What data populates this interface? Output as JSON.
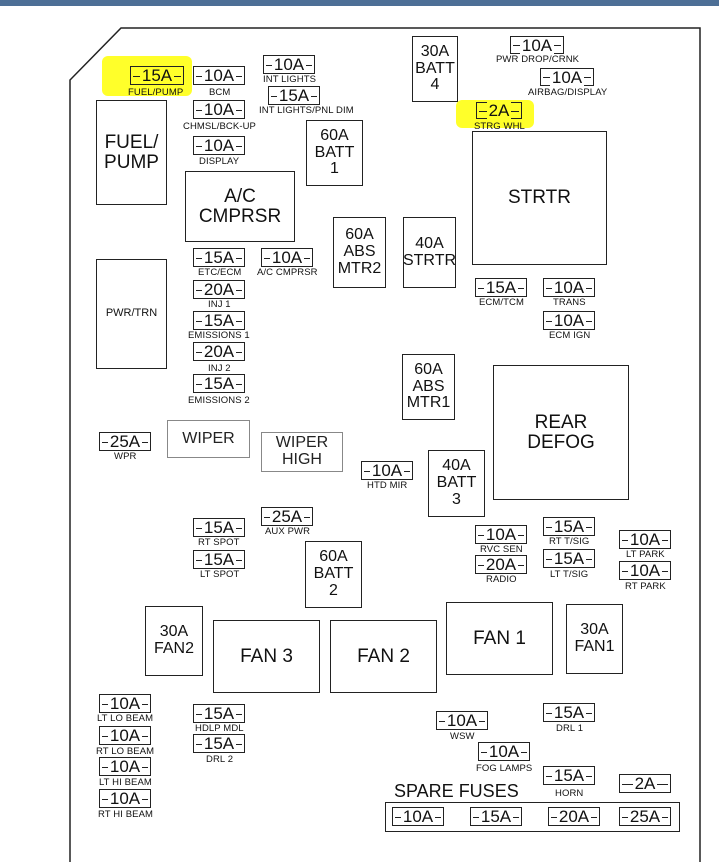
{
  "fuses": [
    {
      "id": "fuel-pump",
      "amp": "15A",
      "label": "FUEL/PUMP",
      "highlight": true
    },
    {
      "id": "bcm",
      "amp": "10A",
      "label": "BCM"
    },
    {
      "id": "int-lights",
      "amp": "10A",
      "label": "INT LIGHTS"
    },
    {
      "id": "int-lights-pnl-dim",
      "amp": "15A",
      "label": "INT LIGHTS/PNL DIM"
    },
    {
      "id": "chmsl-bck-up",
      "amp": "10A",
      "label": "CHMSL/BCK-UP"
    },
    {
      "id": "display",
      "amp": "10A",
      "label": "DISPLAY"
    },
    {
      "id": "pwr-drop-crnk",
      "amp": "10A",
      "label": "PWR DROP/CRNK"
    },
    {
      "id": "airbag-display",
      "amp": "10A",
      "label": "AIRBAG/DISPLAY"
    },
    {
      "id": "strg-whl",
      "amp": "2A",
      "label": "STRG WHL",
      "highlight": true
    },
    {
      "id": "etc-ecm",
      "amp": "15A",
      "label": "ETC/ECM"
    },
    {
      "id": "ac-cmprsr",
      "amp": "10A",
      "label": "A/C CMPRSR"
    },
    {
      "id": "inj-1",
      "amp": "20A",
      "label": "INJ 1"
    },
    {
      "id": "emissions-1",
      "amp": "15A",
      "label": "EMISSIONS 1"
    },
    {
      "id": "inj-2",
      "amp": "20A",
      "label": "INJ 2"
    },
    {
      "id": "emissions-2",
      "amp": "15A",
      "label": "EMISSIONS 2"
    },
    {
      "id": "ecm-tcm",
      "amp": "15A",
      "label": "ECM/TCM"
    },
    {
      "id": "trans",
      "amp": "10A",
      "label": "TRANS"
    },
    {
      "id": "ecm-ign",
      "amp": "10A",
      "label": "ECM IGN"
    },
    {
      "id": "wpr",
      "amp": "25A",
      "label": "WPR"
    },
    {
      "id": "htd-mir",
      "amp": "10A",
      "label": "HTD MIR"
    },
    {
      "id": "aux-pwr",
      "amp": "25A",
      "label": "AUX PWR"
    },
    {
      "id": "rt-spot",
      "amp": "15A",
      "label": "RT SPOT"
    },
    {
      "id": "lt-spot",
      "amp": "15A",
      "label": "LT SPOT"
    },
    {
      "id": "rvc-sen",
      "amp": "10A",
      "label": "RVC SEN"
    },
    {
      "id": "radio",
      "amp": "20A",
      "label": "RADIO"
    },
    {
      "id": "rt-tsig",
      "amp": "15A",
      "label": "RT T/SIG"
    },
    {
      "id": "lt-tsig",
      "amp": "15A",
      "label": "LT T/SIG"
    },
    {
      "id": "lt-park",
      "amp": "10A",
      "label": "LT PARK"
    },
    {
      "id": "rt-park",
      "amp": "10A",
      "label": "RT PARK"
    },
    {
      "id": "lt-lo-beam",
      "amp": "10A",
      "label": "LT LO BEAM"
    },
    {
      "id": "rt-lo-beam",
      "amp": "10A",
      "label": "RT LO BEAM"
    },
    {
      "id": "lt-hi-beam",
      "amp": "10A",
      "label": "LT HI BEAM"
    },
    {
      "id": "rt-hi-beam",
      "amp": "10A",
      "label": "RT HI BEAM"
    },
    {
      "id": "hdlp-mdl",
      "amp": "15A",
      "label": "HDLP MDL"
    },
    {
      "id": "drl-2",
      "amp": "15A",
      "label": "DRL 2"
    },
    {
      "id": "wsw",
      "amp": "10A",
      "label": "WSW"
    },
    {
      "id": "fog-lamps",
      "amp": "10A",
      "label": "FOG LAMPS"
    },
    {
      "id": "drl-1",
      "amp": "15A",
      "label": "DRL 1"
    },
    {
      "id": "horn",
      "amp": "15A",
      "label": "HORN"
    },
    {
      "id": "spare-2a",
      "amp": "2A",
      "label": ""
    },
    {
      "id": "spare-10a",
      "amp": "10A",
      "label": ""
    },
    {
      "id": "spare-15a",
      "amp": "15A",
      "label": ""
    },
    {
      "id": "spare-20a",
      "amp": "20A",
      "label": ""
    },
    {
      "id": "spare-25a",
      "amp": "25A",
      "label": ""
    }
  ],
  "boxes": [
    {
      "id": "batt-4",
      "text": "30A\nBATT\n4"
    },
    {
      "id": "fuel-pump-relay",
      "text": "FUEL/\nPUMP"
    },
    {
      "id": "batt-1",
      "text": "60A\nBATT\n1"
    },
    {
      "id": "strtr-relay",
      "text": "STRTR"
    },
    {
      "id": "ac-cmprsr-relay",
      "text": "A/C\nCMPRSR"
    },
    {
      "id": "abs-mtr2",
      "text": "60A\nABS\nMTR2"
    },
    {
      "id": "strtr-fuse",
      "text": "40A\nSTRTR"
    },
    {
      "id": "pwr-trn",
      "text": "PWR/TRN"
    },
    {
      "id": "abs-mtr1",
      "text": "60A\nABS\nMTR1"
    },
    {
      "id": "rear-defog",
      "text": "REAR\nDEFOG"
    },
    {
      "id": "wiper",
      "text": "WIPER"
    },
    {
      "id": "wiper-high",
      "text": "WIPER\nHIGH"
    },
    {
      "id": "batt-3",
      "text": "40A\nBATT\n3"
    },
    {
      "id": "batt-2",
      "text": "60A\nBATT\n2"
    },
    {
      "id": "fan2-fuse",
      "text": "30A\nFAN2"
    },
    {
      "id": "fan-3",
      "text": "FAN 3"
    },
    {
      "id": "fan-2",
      "text": "FAN 2"
    },
    {
      "id": "fan-1",
      "text": "FAN 1"
    },
    {
      "id": "fan1-fuse",
      "text": "30A\nFAN1"
    }
  ],
  "spare_title": "SPARE FUSES",
  "colors": {
    "highlight": "#ffff2a",
    "border": "#222222",
    "header": "#4d6f96"
  }
}
